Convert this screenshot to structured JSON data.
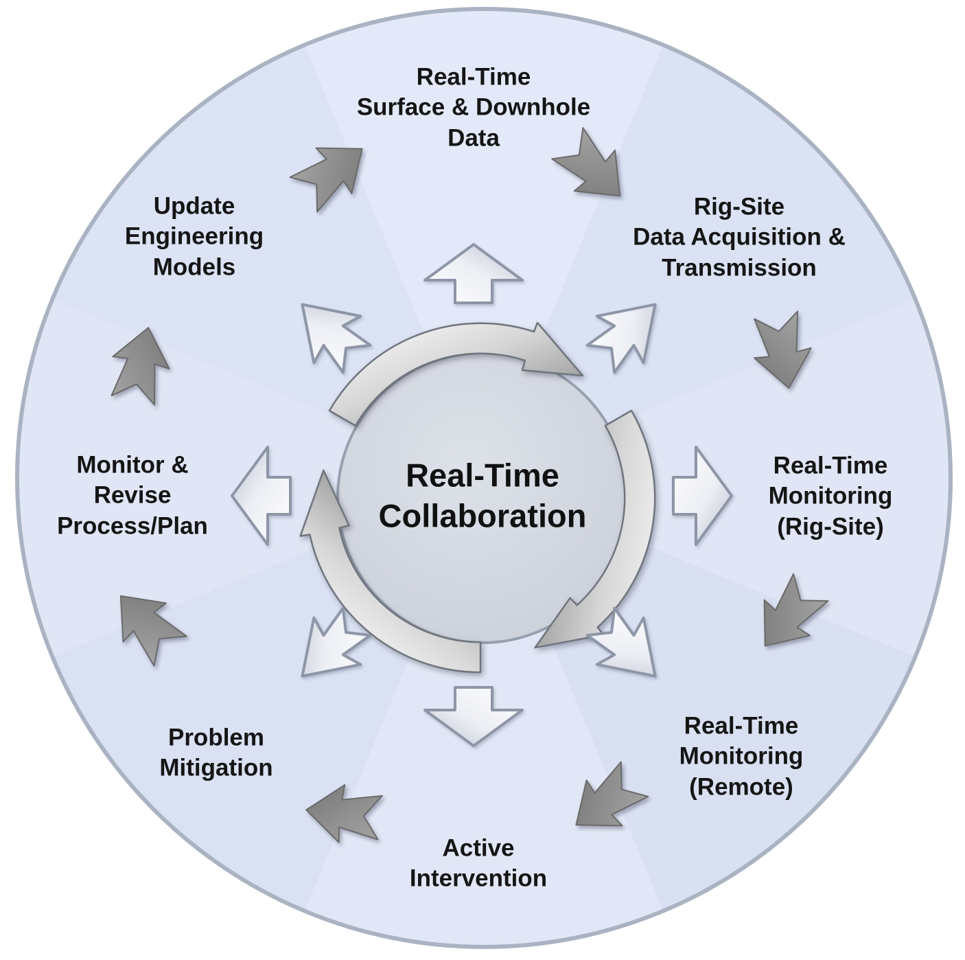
{
  "center": {
    "label": "Real-Time\nCollaboration"
  },
  "stages": [
    {
      "id": "real-time-surface-downhole-data",
      "position": "top",
      "label": "Real-Time\nSurface & Downhole\nData"
    },
    {
      "id": "rig-site-data-acquisition",
      "position": "top-right",
      "label": "Rig-Site\nData Acquisition &\nTransmission"
    },
    {
      "id": "real-time-monitoring-rig-site",
      "position": "right",
      "label": "Real-Time\nMonitoring\n(Rig-Site)"
    },
    {
      "id": "real-time-monitoring-remote",
      "position": "bottom-right",
      "label": "Real-Time\nMonitoring\n(Remote)"
    },
    {
      "id": "active-intervention",
      "position": "bottom",
      "label": "Active\nIntervention"
    },
    {
      "id": "problem-mitigation",
      "position": "bottom-left",
      "label": "Problem\nMitigation"
    },
    {
      "id": "monitor-revise-process-plan",
      "position": "left",
      "label": "Monitor &\nRevise\nProcess/Plan"
    },
    {
      "id": "update-engineering-models",
      "position": "top-left",
      "label": "Update\nEngineering\nModels"
    }
  ],
  "icons": {
    "rotor": "three curved clockwise cycle arrows around hub",
    "ring": "eight dark gray notched arrows circulating clockwise in outer ring",
    "radial": "eight glossy light arrows pointing outward from hub to each stage"
  },
  "colors": {
    "disc_fill": "#dde4f4",
    "disc_border": "#a9b3c2",
    "hub_fill": "#d2d6df",
    "hub_border": "#97a1ad",
    "dark_arrow": "#8a8a8a",
    "light_arrow_stroke": "#8d96a6",
    "label_text": "#151515"
  }
}
